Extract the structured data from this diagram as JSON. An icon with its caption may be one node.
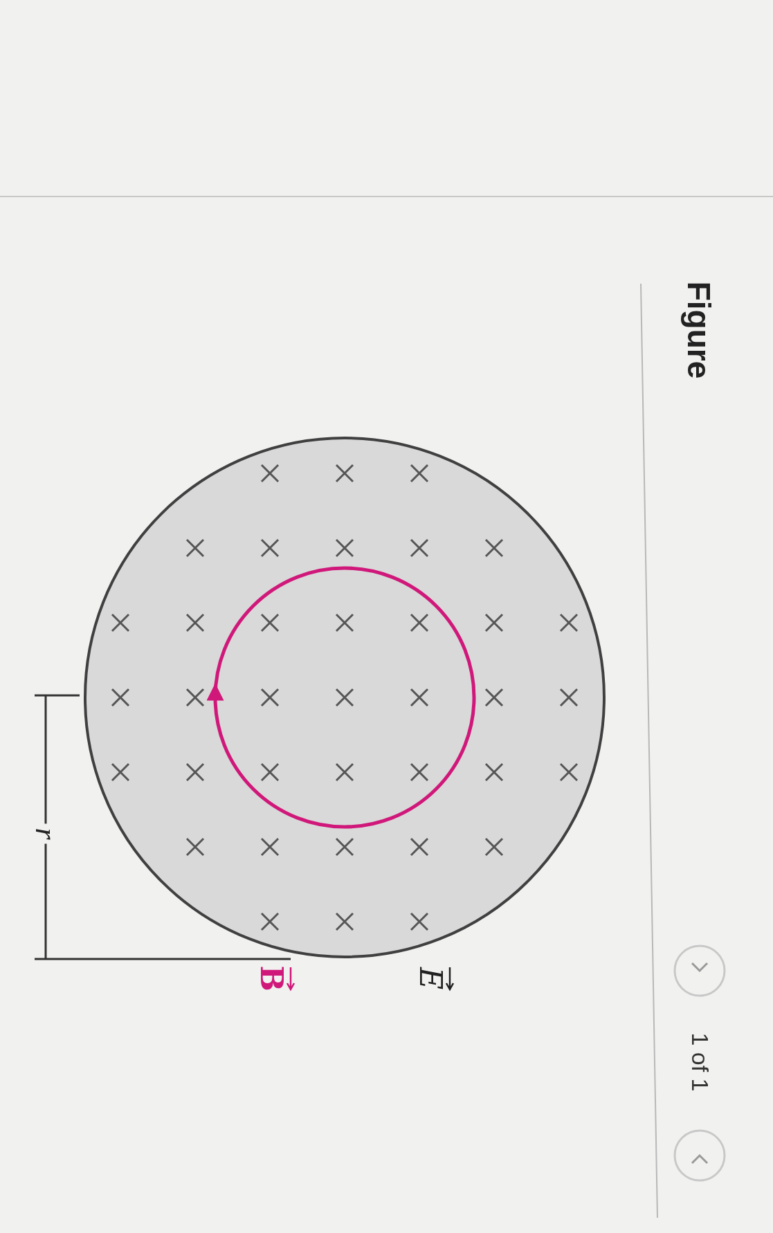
{
  "diagram": {
    "title": "Figure",
    "labels": [
      "1 of 1",
      "E",
      "B",
      "r"
    ]
  }
}
